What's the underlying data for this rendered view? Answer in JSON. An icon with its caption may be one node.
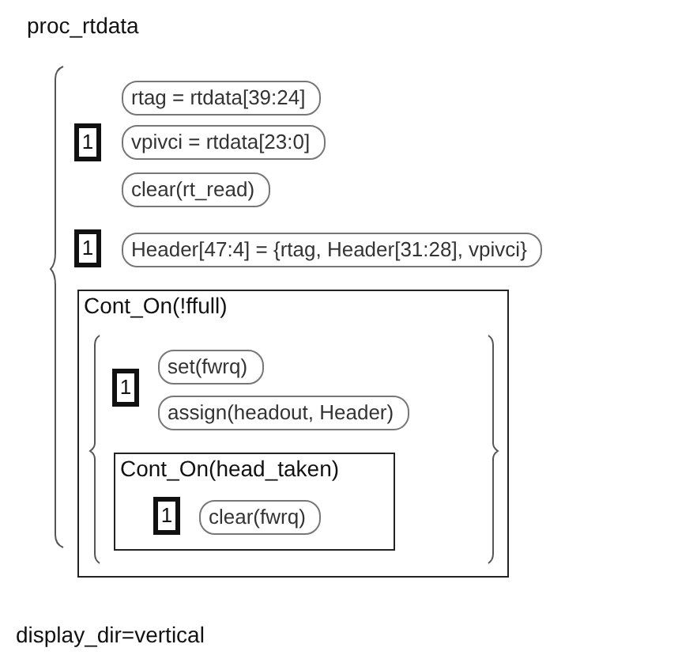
{
  "diagram": {
    "title": "proc_rtdata",
    "nodes": [
      {
        "text": [
          "rtag = rtdata[39:24]"
        ]
      },
      {
        "text": [
          "1"
        ]
      },
      {
        "text": [
          "vpivci = rtdata[23:0]"
        ]
      },
      {
        "text": [
          "clear(rt_read)"
        ]
      },
      {
        "text": [
          "1"
        ]
      },
      {
        "text": [
          "Header[47:4] = {rtag, Header[31:28], vpivci}"
        ]
      },
      {
        "text": [
          "Cont_On(!ffull)"
        ]
      },
      {
        "text": [
          "1"
        ],
        "in": 6
      },
      {
        "text": [
          "set(fwrq)"
        ],
        "in": 6
      },
      {
        "text": [
          "assign(headout, Header)"
        ],
        "in": 6
      },
      {
        "text": [
          "Cont_On(head_taken)"
        ],
        "in": 6
      },
      {
        "text": [
          "1"
        ],
        "in": 10
      },
      {
        "text": [
          "clear(fwrq)"
        ],
        "in": 10
      }
    ],
    "labels": [
      "display_dir=vertical"
    ]
  }
}
